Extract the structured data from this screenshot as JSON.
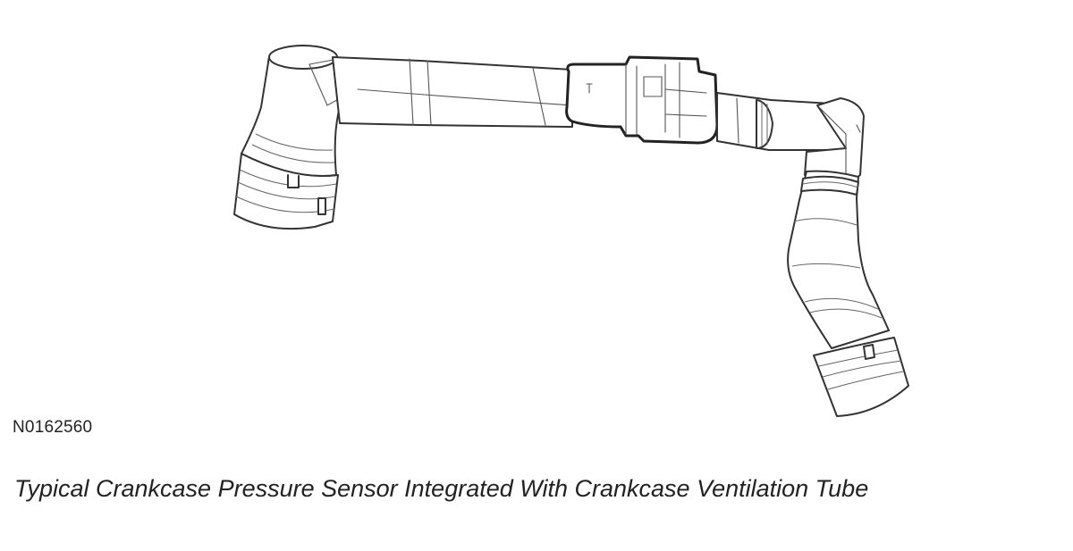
{
  "figure": {
    "id_label": "N0162560",
    "caption": "Typical Crankcase Pressure Sensor Integrated With Crankcase Ventilation Tube",
    "components": [
      "crankcase-ventilation-tube",
      "crankcase-pressure-sensor",
      "quick-connect-coupling-left",
      "quick-connect-coupling-right"
    ]
  },
  "colors": {
    "line": "#333333",
    "background": "#ffffff"
  }
}
